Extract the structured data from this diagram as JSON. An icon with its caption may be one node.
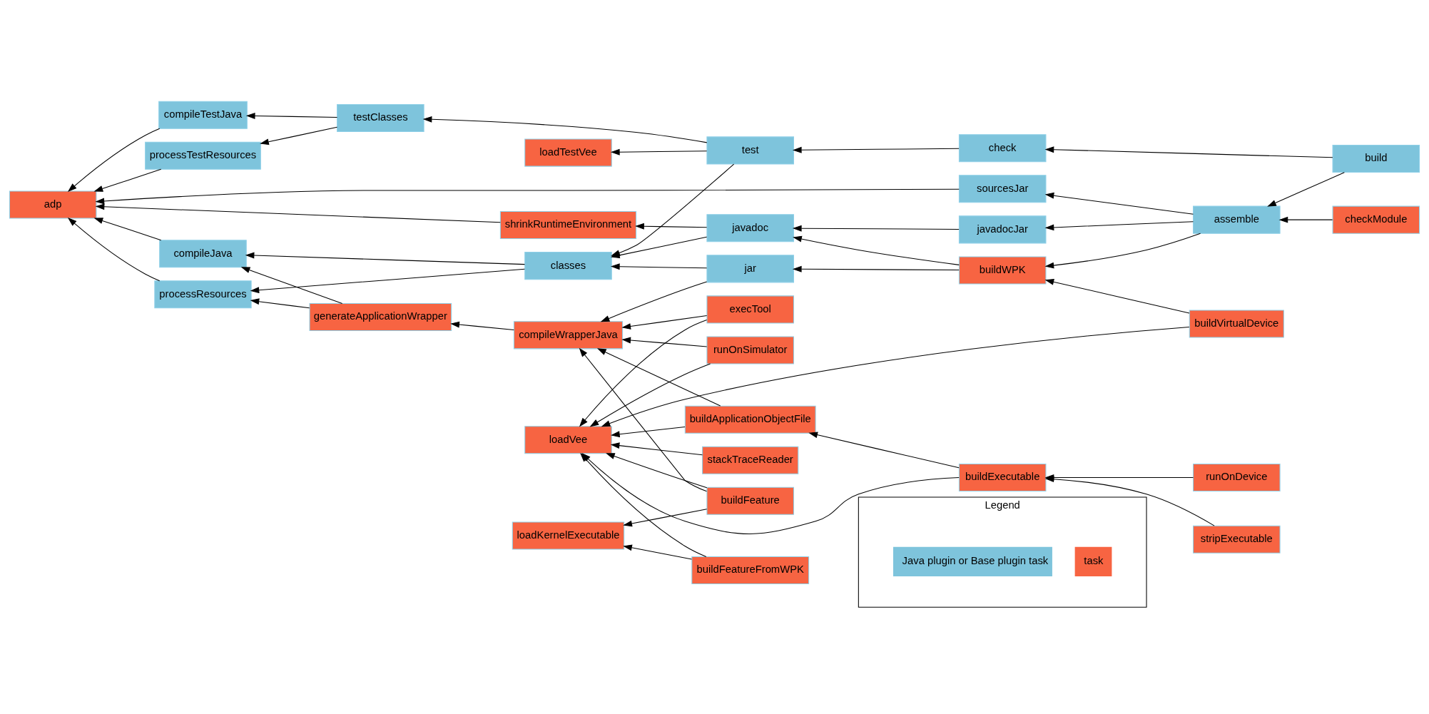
{
  "diagram": {
    "nodes": [
      {
        "text": [
          "buildExecutable"
        ]
      },
      {
        "text": [
          "stripExecutable"
        ]
      },
      {
        "text": [
          "runOnDevice"
        ]
      },
      {
        "text": [
          "stackTraceReader"
        ]
      },
      {
        "text": [
          "runOnSimulator"
        ]
      },
      {
        "text": [
          "loadVee"
        ]
      },
      {
        "text": [
          "execTool"
        ]
      },
      {
        "text": [
          "compileWrapperJava"
        ]
      },
      {
        "text": [
          "buildApplicationObjectFile"
        ]
      },
      {
        "text": [
          "buildVirtualDevice"
        ]
      },
      {
        "text": [
          "buildFeatureFromWPK"
        ]
      },
      {
        "text": [
          "loadKernelExecutable"
        ]
      },
      {
        "text": [
          "generateApplicationWrapper"
        ]
      },
      {
        "text": [
          "buildFeature"
        ]
      },
      {
        "text": [
          "processResources"
        ]
      },
      {
        "text": [
          "compileJava"
        ]
      },
      {
        "text": [
          "classes"
        ]
      },
      {
        "text": [
          "jar"
        ]
      },
      {
        "text": [
          "buildWPK"
        ]
      },
      {
        "text": [
          "javadoc"
        ]
      },
      {
        "text": [
          "shrinkRuntimeEnvironment"
        ]
      },
      {
        "text": [
          "javadocJar"
        ]
      },
      {
        "text": [
          "adp"
        ]
      },
      {
        "text": [
          "assemble"
        ]
      },
      {
        "text": [
          "checkModule"
        ]
      },
      {
        "text": [
          "sourcesJar"
        ]
      },
      {
        "text": [
          "build"
        ]
      },
      {
        "text": [
          "compileTestJava"
        ]
      },
      {
        "text": [
          "testClasses"
        ]
      },
      {
        "text": [
          "test"
        ]
      },
      {
        "text": [
          "check"
        ]
      },
      {
        "text": [
          "processTestResources"
        ]
      },
      {
        "text": [
          "loadTestVee"
        ]
      },
      {
        "text": [
          "Legend"
        ]
      }
    ],
    "edges": [
      {
        "from": 1,
        "to": 0,
        "arrow": "to"
      },
      {
        "from": 2,
        "to": 0,
        "arrow": "to"
      },
      {
        "from": 0,
        "to": 5,
        "arrow": "to"
      },
      {
        "from": 0,
        "to": 8,
        "arrow": "to"
      },
      {
        "from": 3,
        "to": 5,
        "arrow": "to"
      },
      {
        "from": 9,
        "to": 5,
        "arrow": "to"
      },
      {
        "from": 4,
        "to": 5,
        "arrow": "to"
      },
      {
        "from": 4,
        "to": 7,
        "arrow": "to"
      },
      {
        "from": 6,
        "to": 5,
        "arrow": "to"
      },
      {
        "from": 6,
        "to": 7,
        "arrow": "to"
      },
      {
        "from": 8,
        "to": 5,
        "arrow": "to"
      },
      {
        "from": 8,
        "to": 7,
        "arrow": "to"
      },
      {
        "from": 10,
        "to": 5,
        "arrow": "to"
      },
      {
        "from": 10,
        "to": 11,
        "arrow": "to"
      },
      {
        "from": 13,
        "to": 5,
        "arrow": "to"
      },
      {
        "from": 13,
        "to": 7,
        "arrow": "to"
      },
      {
        "from": 13,
        "to": 11,
        "arrow": "to"
      },
      {
        "from": 17,
        "to": 7,
        "arrow": "to"
      },
      {
        "from": 7,
        "to": 12,
        "arrow": "to"
      },
      {
        "from": 12,
        "to": 14,
        "arrow": "to"
      },
      {
        "from": 12,
        "to": 15,
        "arrow": "to"
      },
      {
        "from": 14,
        "to": 22,
        "arrow": "to"
      },
      {
        "from": 15,
        "to": 22,
        "arrow": "to"
      },
      {
        "from": 16,
        "to": 14,
        "arrow": "to"
      },
      {
        "from": 16,
        "to": 15,
        "arrow": "to"
      },
      {
        "from": 17,
        "to": 16,
        "arrow": "to"
      },
      {
        "from": 18,
        "to": 17,
        "arrow": "to"
      },
      {
        "from": 18,
        "to": 19,
        "arrow": "to"
      },
      {
        "from": 19,
        "to": 16,
        "arrow": "to"
      },
      {
        "from": 19,
        "to": 20,
        "arrow": "to"
      },
      {
        "from": 20,
        "to": 22,
        "arrow": "to"
      },
      {
        "from": 21,
        "to": 19,
        "arrow": "to"
      },
      {
        "from": 29,
        "to": 16,
        "arrow": "to"
      },
      {
        "from": 25,
        "to": 22,
        "arrow": "to"
      },
      {
        "from": 23,
        "to": 18,
        "arrow": "to"
      },
      {
        "from": 23,
        "to": 21,
        "arrow": "to"
      },
      {
        "from": 23,
        "to": 25,
        "arrow": "to"
      },
      {
        "from": 24,
        "to": 23,
        "arrow": "to"
      },
      {
        "from": 26,
        "to": 23,
        "arrow": "to"
      },
      {
        "from": 26,
        "to": 30,
        "arrow": "to"
      },
      {
        "from": 9,
        "to": 18,
        "arrow": "to"
      },
      {
        "from": 27,
        "to": 22,
        "arrow": "to"
      },
      {
        "from": 31,
        "to": 22,
        "arrow": "to"
      },
      {
        "from": 28,
        "to": 27,
        "arrow": "to"
      },
      {
        "from": 28,
        "to": 31,
        "arrow": "to"
      },
      {
        "from": 29,
        "to": 28,
        "arrow": "to"
      },
      {
        "from": 29,
        "to": 32,
        "arrow": "to"
      },
      {
        "from": 30,
        "to": 29,
        "arrow": "to"
      }
    ],
    "legend": [
      {
        "text": "Java plugin or Base plugin task",
        "color": "#7ec4dc"
      },
      {
        "text": "task",
        "color": "#f76442"
      }
    ]
  }
}
